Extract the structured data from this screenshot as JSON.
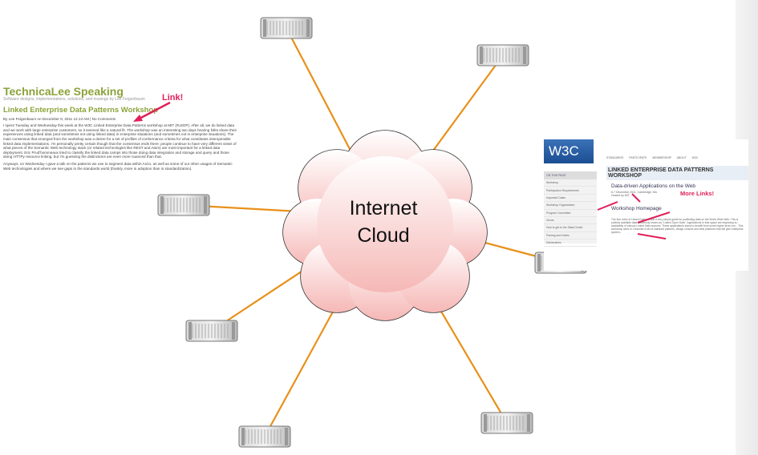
{
  "cloud": {
    "line1": "Internet",
    "line2": "Cloud"
  },
  "blog": {
    "title": "TechnicaLee Speaking",
    "subtitle": "Software designs, implementations, solutions, and musings by Lee Feigenbaum",
    "post_title": "Linked Enterprise Data Patterns Workshop",
    "byline": "By Lee Feigenbaum on December 8, 2011 12:13 AM | No Comments",
    "para1": "I spent Tuesday and Wednesday this week at the W3C Linked Enterprise Data Patterns workshop at MIT (#LEDP). After all, we do linked data and we work with large enterprise customers, so it seemed like a natural fit. The workshop was an interesting two days hearing folks share their experiences using linked data (and sometimes not using linked data) in enterprise situations (and sometimes not in enterprise situations). The main consensus that emerged from the workshop was a desire for a set of profiles of conformance criteria for what constitutes interoperable linked data implementations. I'm personally pretty certain though that the consensus ends there: people continue to have very different views of what pieces of the Semantic Web technology stack (or related technologies like REST and Atom) are most important for a linked data deployment. Eric Prud'hommeaux tried to classify the linked data camps into those doing data integration and storage and query and those doing HTTPy resource linking, but I'm guessing the distinctions are even more nuanced than that.",
    "para2": "Anyways, on Wednesday I gave a talk on the patterns we use to segment data within Anzo, as well as some of our other usages of Semantic Web technologies and where we see gaps in the standards world (frankly, more in adoption than in standardization)."
  },
  "annotations": {
    "link": "Link!",
    "more_links": "More Links!"
  },
  "w3c": {
    "logo": "W3C",
    "nav": "STANDARDS PARTICIPATE MEMBERSHIP ABOUT W3C",
    "side_header": "ON THIS PAGE",
    "side_items": [
      "Workshop",
      "Participation Requirements",
      "Important Dates",
      "Workshop Organization",
      "Program Committee",
      "Venue",
      "How to get to the Stata Center",
      "Parking and Hotels",
      "Deliverables"
    ],
    "title": "LINKED ENTERPRISE DATA PATTERNS WORKSHOP",
    "subtitle": "Data-driven Applications on the Web",
    "meta": "6-7 December 2011, Cambridge, MA\nHosted by MIT",
    "homepage": "Workshop Homepage",
    "body": "The four rules of Linked Data provide a very simple guide for publishing data on the World Wide Web. This is publicly available data commonly known as \"Linked Open Data\". Applications in that space are beginning to... availability of various Linked Data sources. These applications stand to benefit from some higher level con... This workshop aims to: Describe a set of standard patterns, design choices and best practices that will give enterprise system..."
  },
  "colors": {
    "link_line": "#e8901a",
    "annotation": "#e0205a",
    "cloud_fill": "#f7c6c4"
  }
}
